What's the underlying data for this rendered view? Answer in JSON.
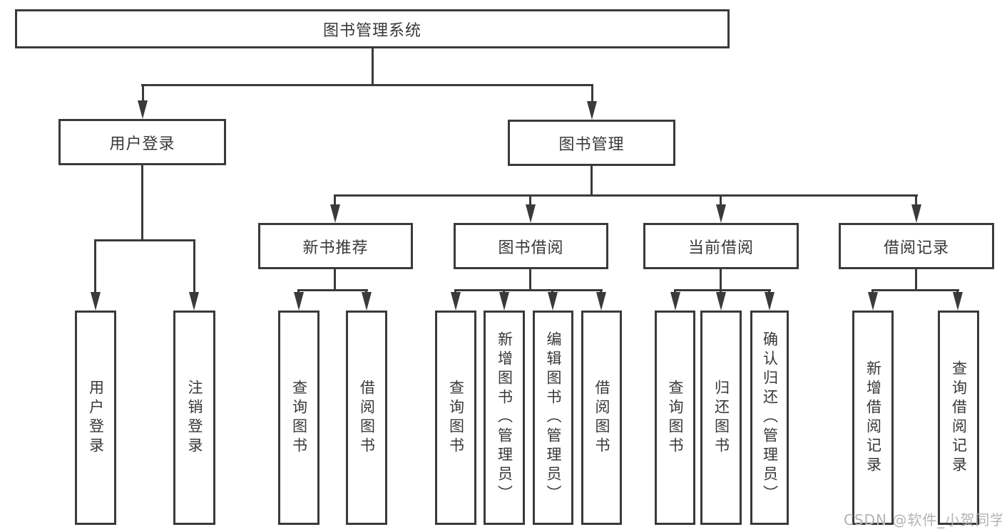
{
  "diagram_type": "hierarchy-tree",
  "title": "图书管理系统",
  "watermark": "CSDN @软件_小贺同学",
  "colors": {
    "line": "#3a3a3a",
    "text": "#383838",
    "watermark": "#b3b3b3",
    "background": "#ffffff"
  },
  "tree": {
    "root": {
      "label": "图书管理系统",
      "children": [
        {
          "label": "用户登录",
          "children": [
            {
              "label": "用户登录"
            },
            {
              "label": "注销登录"
            }
          ]
        },
        {
          "label": "图书管理",
          "children": [
            {
              "label": "新书推荐",
              "children": [
                {
                  "label": "查询图书"
                },
                {
                  "label": "借阅图书"
                }
              ]
            },
            {
              "label": "图书借阅",
              "children": [
                {
                  "label": "查询图书"
                },
                {
                  "label": "新增图书（管理员）"
                },
                {
                  "label": "编辑图书（管理员）"
                },
                {
                  "label": "借阅图书"
                }
              ]
            },
            {
              "label": "当前借阅",
              "children": [
                {
                  "label": "查询图书"
                },
                {
                  "label": "归还图书"
                },
                {
                  "label": "确认归还（管理员）"
                }
              ]
            },
            {
              "label": "借阅记录",
              "children": [
                {
                  "label": "新增借阅记录"
                },
                {
                  "label": "查询借阅记录"
                }
              ]
            }
          ]
        }
      ]
    }
  }
}
